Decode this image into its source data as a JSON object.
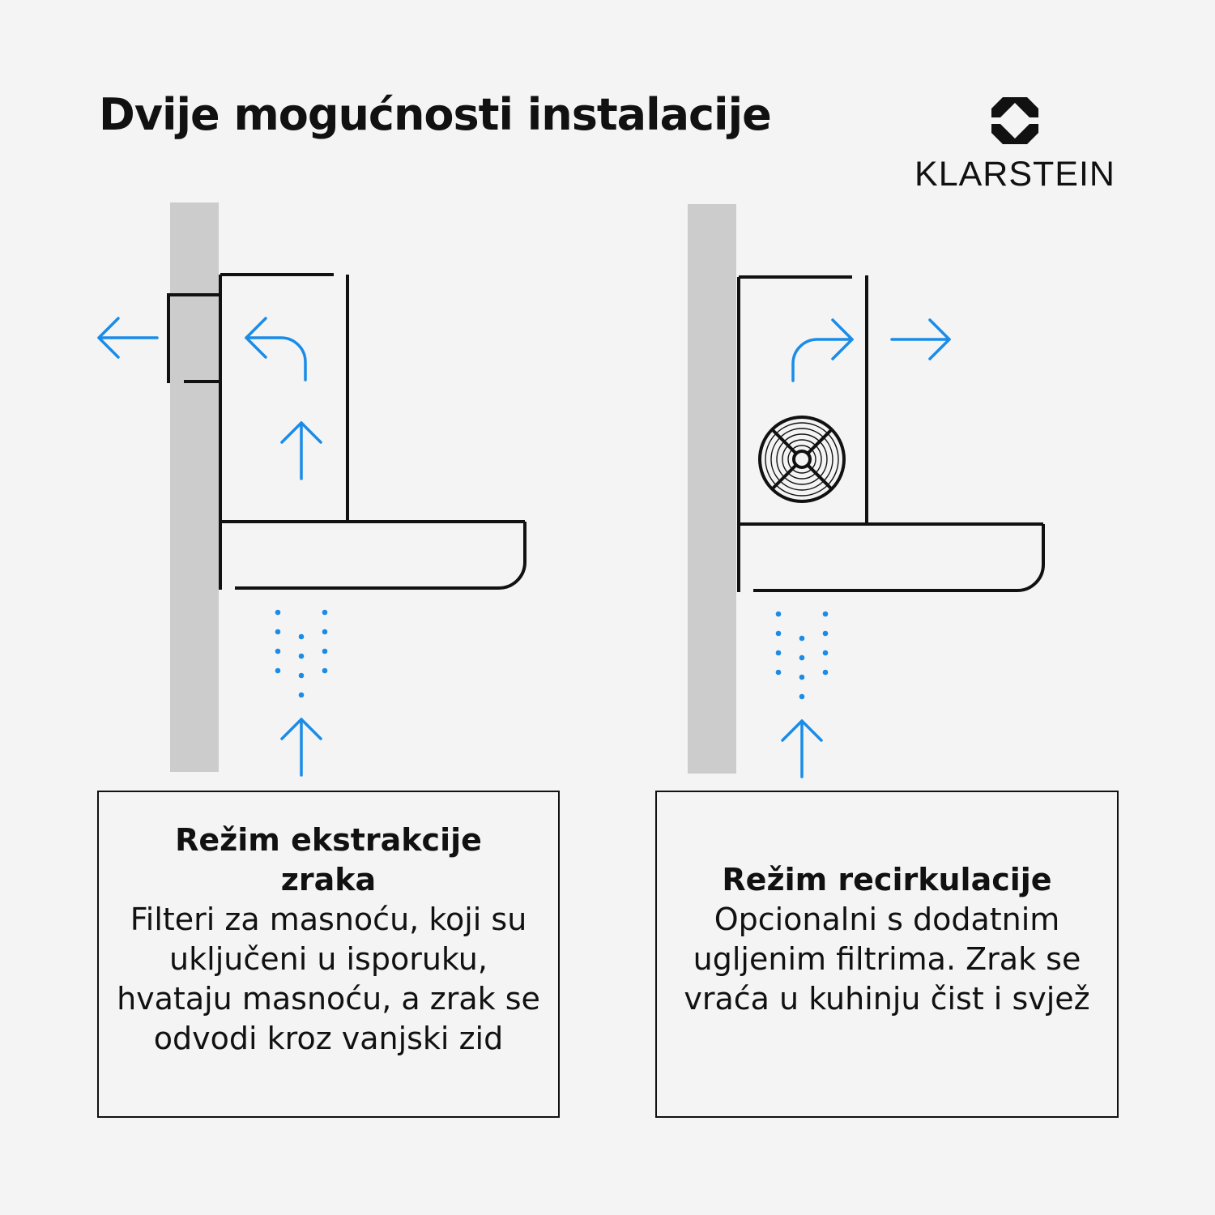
{
  "header": {
    "title": "Dvije mogućnosti instalacije",
    "brand": "KLARSTEIN",
    "brand_icon": "klarstein-logo-icon"
  },
  "colors": {
    "airflow": "#1a8ce8",
    "line": "#111111",
    "wall": "#cccccc",
    "background": "#f4f4f4"
  },
  "modes": [
    {
      "heading": "Režim ekstrakcije zraka",
      "description": "Filteri za masnoću, koji su uključeni u isporuku, hvataju masnoću, a zrak se odvodi kroz vanjski zid"
    },
    {
      "heading": "Režim recirkulacije",
      "description": "Opcionalni s dodatnim ugljenim filtrima. Zrak se vraća u kuhinju čist i svjež"
    }
  ]
}
